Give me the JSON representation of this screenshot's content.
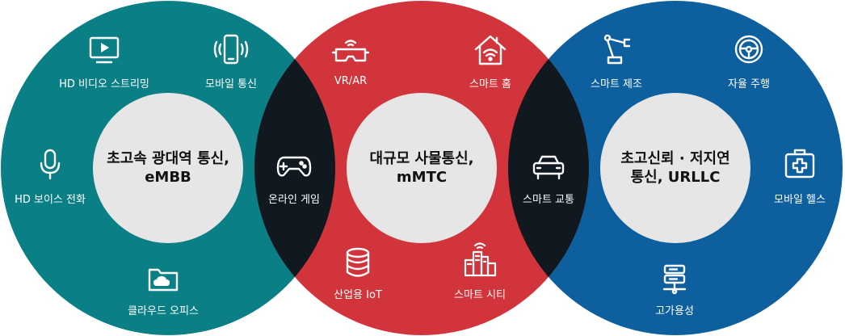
{
  "colors": {
    "left_circle": "#0a7f86",
    "middle_circle": "#d2343b",
    "right_circle": "#0d5f9e",
    "overlap": "#101820",
    "core_disc": "#e6e6e6",
    "label_text": "#ffffff"
  },
  "circles": {
    "left": {
      "title_line1": "초고속 광대역 통신,",
      "title_line2": "eMBB",
      "items": [
        {
          "label": "HD 비디오 스트리밍",
          "icon": "video-screen-icon"
        },
        {
          "label": "모바일 통신",
          "icon": "smartphone-icon"
        },
        {
          "label": "HD 보이스 전화",
          "icon": "microphone-icon"
        },
        {
          "label": "클라우드 오피스",
          "icon": "cloud-folder-icon"
        }
      ]
    },
    "middle": {
      "title_line1": "대규모 사물통신,",
      "title_line2": "mMTC",
      "items": [
        {
          "label": "VR/AR",
          "icon": "vr-headset-icon"
        },
        {
          "label": "스마트 홈",
          "icon": "smart-home-icon"
        },
        {
          "label": "산업용 IoT",
          "icon": "database-icon"
        },
        {
          "label": "스마트 시티",
          "icon": "smart-city-icon"
        }
      ]
    },
    "right": {
      "title_line1": "초고신뢰 · 저지연",
      "title_line2": "통신, URLLC",
      "items": [
        {
          "label": "스마트 제조",
          "icon": "robot-arm-icon"
        },
        {
          "label": "자율 주행",
          "icon": "steering-wheel-icon"
        },
        {
          "label": "모바일 헬스",
          "icon": "medical-kit-icon"
        },
        {
          "label": "고가용성",
          "icon": "server-icon"
        }
      ]
    }
  },
  "overlaps": {
    "left_middle": {
      "label": "온라인 게임",
      "icon": "gamepad-icon"
    },
    "middle_right": {
      "label": "스마트 교통",
      "icon": "car-icon"
    }
  }
}
